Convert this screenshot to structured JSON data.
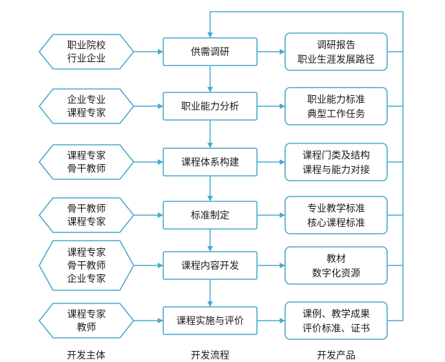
{
  "colors": {
    "stroke": "#4aa9cf",
    "text": "#1a1a1a",
    "background": "#ffffff"
  },
  "columns": {
    "actors": "开发主体",
    "process": "开发流程",
    "products": "开发产品"
  },
  "rows": [
    {
      "actors": [
        "职业院校",
        "行业企业"
      ],
      "process": "供需调研",
      "products": [
        "调研报告",
        "职业生涯发展路径"
      ]
    },
    {
      "actors": [
        "企业专业",
        "课程专家"
      ],
      "process": "职业能力分析",
      "products": [
        "职业能力标准",
        "典型工作任务"
      ]
    },
    {
      "actors": [
        "课程专家",
        "骨干教师"
      ],
      "process": "课程体系构建",
      "products": [
        "课程门类及结构",
        "课程与能力对接"
      ]
    },
    {
      "actors": [
        "骨干教师",
        "课程专家"
      ],
      "process": "标准制定",
      "products": [
        "专业教学标准",
        "核心课程标准"
      ]
    },
    {
      "actors": [
        "课程专家",
        "骨干教师",
        "企业专家"
      ],
      "process": "课程内容开发",
      "products": [
        "教材",
        "数字化资源"
      ]
    },
    {
      "actors": [
        "课程专家",
        "教师"
      ],
      "process": "课程实施与评价",
      "products": [
        "课例、教学成果",
        "评价标准、证书"
      ]
    }
  ]
}
